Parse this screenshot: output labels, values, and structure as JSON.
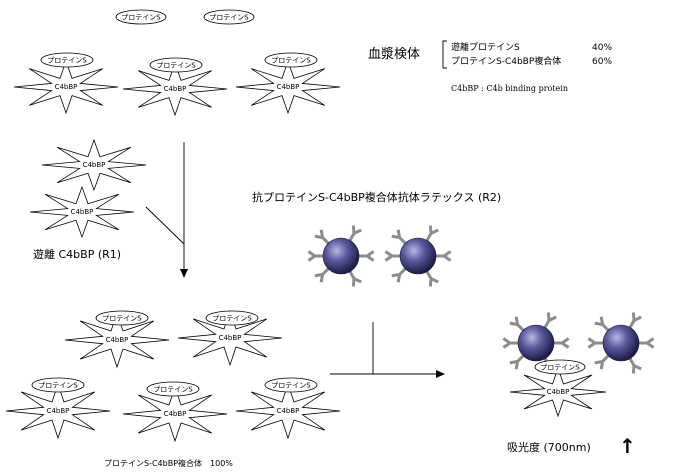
{
  "protein_s_label": "プロテインS",
  "c4bbp_label": "C4bBP",
  "sample": {
    "title": "血漿検体",
    "free_protein_s": "遊離プロテインS",
    "free_pct": "40%",
    "complex": "プロテインS-C4bBP複合体",
    "complex_pct": "60%",
    "abbreviation": "C4bBP : C4b binding protein"
  },
  "reagent_r1": "遊離 C4bBP (R1)",
  "reagent_r2": "抗プロテインS-C4bBP複合体抗体ラテックス (R2)",
  "complex_100": "プロテインS-C4bBP複合体　100%",
  "absorbance": "吸光度 (700nm)",
  "absorbance_arrow": "↑"
}
